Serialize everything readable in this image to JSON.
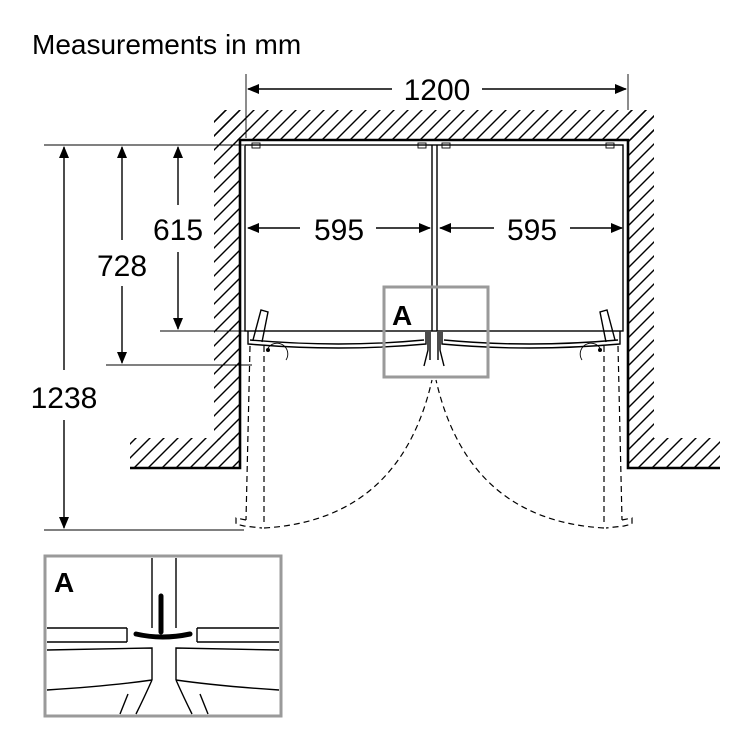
{
  "title": "Measurements in mm",
  "dimensions": {
    "total_width": "1200",
    "left_width": "595",
    "right_width": "595",
    "depth_615": "615",
    "depth_728": "728",
    "depth_1238": "1238"
  },
  "detail_marker": "A",
  "detail_box_label": "A",
  "colors": {
    "line": "#000000",
    "frame": "#9a9a9a",
    "background": "#ffffff"
  }
}
